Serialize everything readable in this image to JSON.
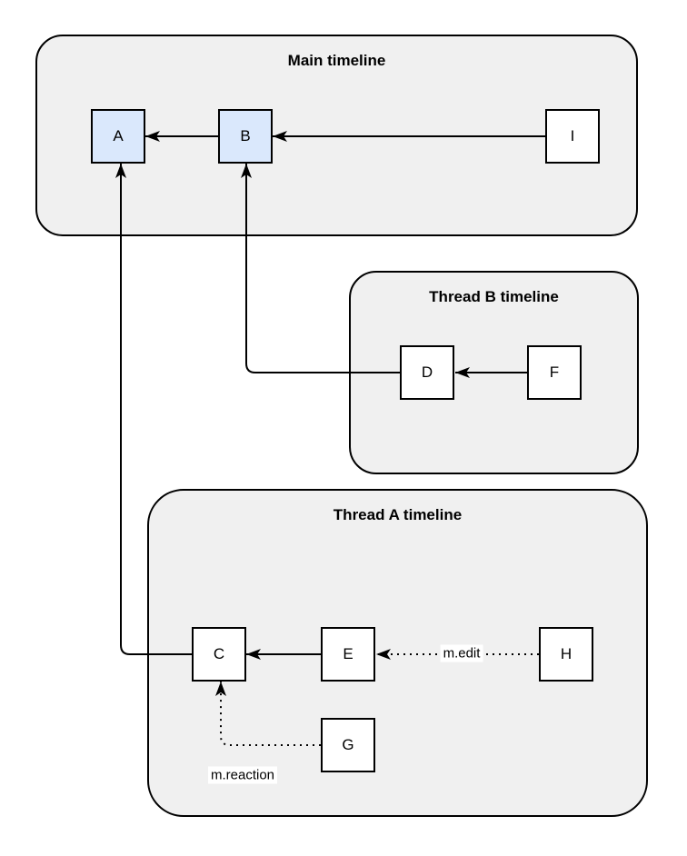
{
  "containers": {
    "main": {
      "title": "Main timeline"
    },
    "thread_b": {
      "title": "Thread B timeline"
    },
    "thread_a": {
      "title": "Thread A timeline"
    }
  },
  "nodes": {
    "a": {
      "label": "A",
      "container": "main",
      "highlighted": true
    },
    "b": {
      "label": "B",
      "container": "main",
      "highlighted": true
    },
    "i": {
      "label": "I",
      "container": "main",
      "highlighted": false
    },
    "d": {
      "label": "D",
      "container": "thread_b",
      "highlighted": false
    },
    "f": {
      "label": "F",
      "container": "thread_b",
      "highlighted": false
    },
    "c": {
      "label": "C",
      "container": "thread_a",
      "highlighted": false
    },
    "e": {
      "label": "E",
      "container": "thread_a",
      "highlighted": false
    },
    "h": {
      "label": "H",
      "container": "thread_a",
      "highlighted": false
    },
    "g": {
      "label": "G",
      "container": "thread_a",
      "highlighted": false
    }
  },
  "edges": [
    {
      "from": "B",
      "to": "A",
      "style": "solid",
      "label": ""
    },
    {
      "from": "I",
      "to": "B",
      "style": "solid",
      "label": ""
    },
    {
      "from": "C",
      "to": "A",
      "style": "solid",
      "label": ""
    },
    {
      "from": "D",
      "to": "B",
      "style": "solid",
      "label": ""
    },
    {
      "from": "F",
      "to": "D",
      "style": "solid",
      "label": ""
    },
    {
      "from": "E",
      "to": "C",
      "style": "solid",
      "label": ""
    },
    {
      "from": "H",
      "to": "E",
      "style": "dotted",
      "label": "m.edit"
    },
    {
      "from": "G",
      "to": "C",
      "style": "dotted",
      "label": "m.reaction"
    }
  ],
  "colors": {
    "container_fill": "#f0f0f0",
    "container_border": "#000000",
    "node_fill": "#ffffff",
    "node_highlight_fill": "#dae8fc",
    "node_border": "#000000",
    "edge_stroke": "#000000",
    "label_background": "#ffffff"
  }
}
